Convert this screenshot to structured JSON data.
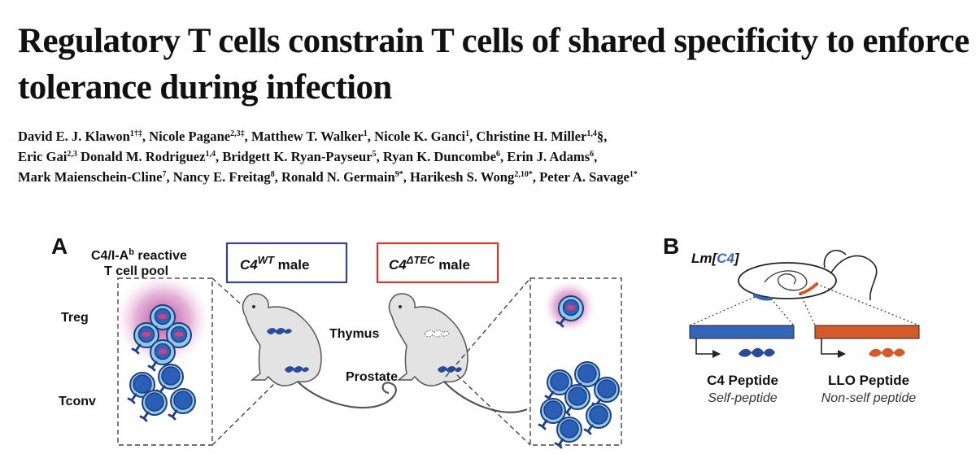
{
  "paper": {
    "title": "Regulatory T cells constrain T cells of shared specificity to enforce tolerance during infection",
    "authors": [
      [
        {
          "name": "David E. J. Klawon",
          "sup": "1†‡"
        },
        {
          "name": "Nicole Pagane",
          "sup": "2,3‡"
        },
        {
          "name": "Matthew T. Walker",
          "sup": "1"
        },
        {
          "name": "Nicole K. Ganci",
          "sup": "1"
        },
        {
          "name": "Christine H. Miller",
          "sup": "1,4",
          "suffix": "§"
        }
      ],
      [
        {
          "name": "Eric Gai",
          "sup": "2,3"
        },
        {
          "name": "Donald M. Rodriguez",
          "sup": "1,4"
        },
        {
          "name": "Bridgett K. Ryan-Payseur",
          "sup": "5"
        },
        {
          "name": "Ryan K. Duncombe",
          "sup": "6"
        },
        {
          "name": "Erin J. Adams",
          "sup": "6"
        }
      ],
      [
        {
          "name": "Mark Maienschein-Cline",
          "sup": "7"
        },
        {
          "name": "Nancy E. Freitag",
          "sup": "8"
        },
        {
          "name": "Ronald N. Germain",
          "sup": "9*"
        },
        {
          "name": "Harikesh S. Wong",
          "sup": "2,10*"
        },
        {
          "name": "Peter A. Savage",
          "sup": "1*"
        }
      ]
    ]
  },
  "figure": {
    "panel_a": {
      "letter": "A",
      "pool_label_line1": "C4/I-A",
      "pool_label_sup": "b",
      "pool_label_line1_suffix": " reactive",
      "pool_label_line2": "T cell pool",
      "treg_label": "Treg",
      "tconv_label": "Tconv",
      "wt_box_prefix": "C4",
      "wt_box_sup": "WT",
      "wt_box_suffix": " male",
      "tec_box_prefix": "C4",
      "tec_box_sup": "ΔTEC",
      "tec_box_suffix": " male",
      "thymus_label": "Thymus",
      "prostate_label": "Prostate",
      "colors": {
        "wt_box": "#3a3f98",
        "tec_box": "#d8352a",
        "treg_glow": "#b0288e",
        "treg_nucleus": "#d0407c",
        "cell_light": "#8ec9e8",
        "tconv_cell": "#2b5fb7",
        "mouse_fill": "#e3e3e3",
        "peptide": "#2a4a9a"
      }
    },
    "panel_b": {
      "letter": "B",
      "strain_prefix": "Lm[",
      "strain_core": "C4",
      "strain_suffix": "]",
      "c4_label": "C4 Peptide",
      "c4_sub": "Self-peptide",
      "llo_label": "LLO Peptide",
      "llo_sub": "Non-self peptide",
      "colors": {
        "c4_bar": "#3565b8",
        "llo_bar": "#d45a2a",
        "strain_core": "#3a68b8"
      }
    }
  }
}
